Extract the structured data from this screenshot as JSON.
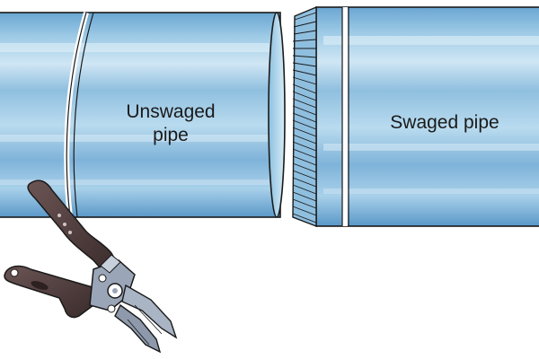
{
  "labels": {
    "unswaged_line1": "Unswaged",
    "unswaged_line2": "pipe",
    "swaged": "Swaged pipe"
  },
  "colors": {
    "pipe_light": "#b8dcef",
    "pipe_mid": "#7fb6d8",
    "pipe_dark": "#5f9ccb",
    "outline": "#1a1a1a",
    "tool_handle": "#4a3838",
    "tool_metal": "#9aa6b8"
  },
  "icons": [
    "crimping-tool-icon"
  ]
}
